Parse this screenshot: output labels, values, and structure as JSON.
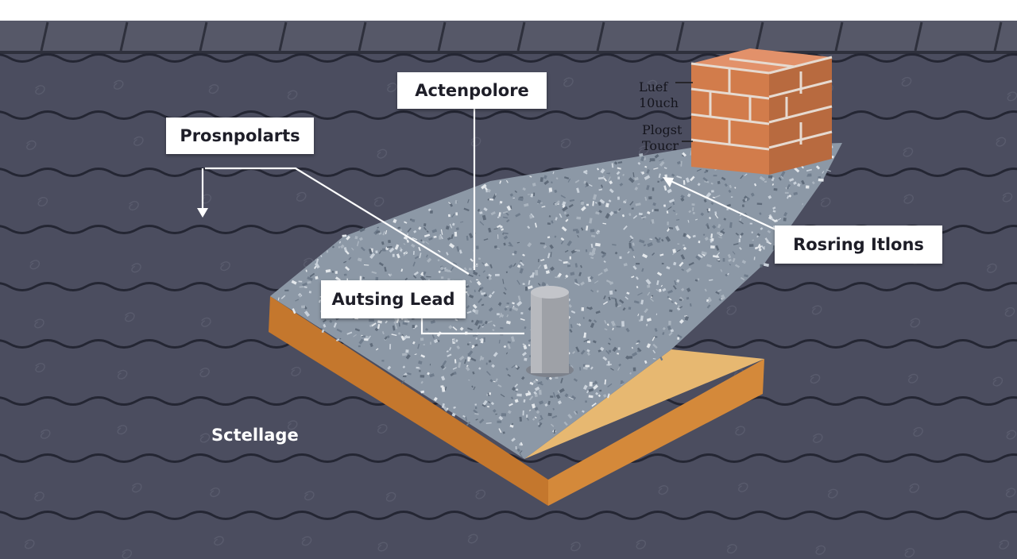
{
  "labels": {
    "prosnpolarts": "Prosnpolarts",
    "actenpolore": "Actenpolore",
    "autsing_lead": "Autsing Lead",
    "rosring_itlons": "Rosring Itlons",
    "scte": "Sctellage"
  },
  "chimney_notes": {
    "top": [
      "Luef",
      "10uch"
    ],
    "bottom": [
      "Plogst",
      "Toucr"
    ]
  },
  "colors": {
    "roof_dark": "#4b4d5f",
    "roof_line": "#272936",
    "gravel": "#8c98a6",
    "edge_orange": "#c4772d",
    "edge_tan": "#e7b871",
    "brick": "#d27c4b",
    "mortar": "#e6dad0",
    "pipe": "#9ea1a7"
  }
}
